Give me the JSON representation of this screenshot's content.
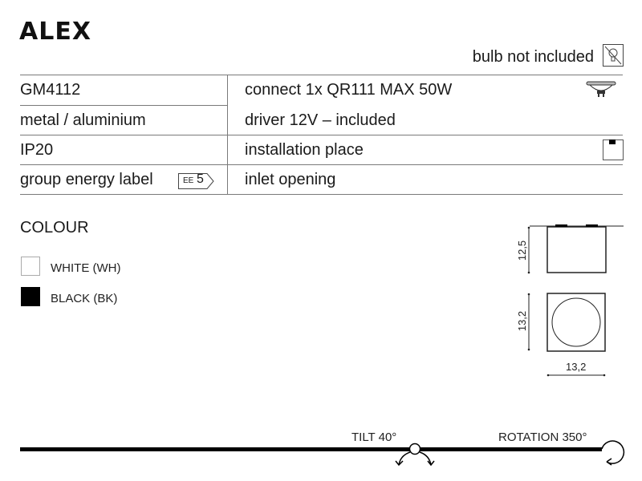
{
  "product": {
    "name": "ALEX",
    "bulb_note": "bulb not included"
  },
  "specs": {
    "left": [
      "GM4112",
      "metal / aluminium",
      "IP20",
      "group energy label"
    ],
    "right": [
      "connect 1x QR111 MAX 50W",
      "driver 12V – included",
      "installation place",
      "inlet opening"
    ],
    "energy_label": {
      "prefix": "EE",
      "value": "5"
    }
  },
  "colour": {
    "title": "COLOUR",
    "options": [
      {
        "label": "WHITE (WH)",
        "color": "#ffffff"
      },
      {
        "label": "BLACK (BK)",
        "color": "#000000"
      }
    ]
  },
  "dimensions": {
    "height": "12,5",
    "depth": "13,2",
    "width": "13,2"
  },
  "adjust": {
    "tilt": "TILT 40°",
    "rotation": "ROTATION 350°"
  }
}
